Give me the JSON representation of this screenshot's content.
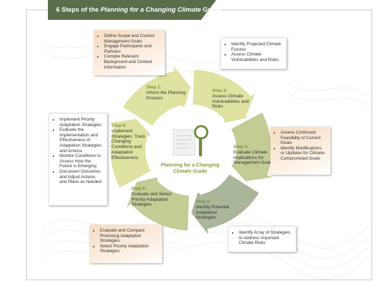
{
  "title": {
    "prefix": "6 Steps of the ",
    "italic": "Planning for a Changing Climate",
    "suffix": " Guide"
  },
  "center": {
    "label": "Planning for a Changing Climate Guide",
    "icon": "document-magnifier-icon"
  },
  "colors": {
    "title_bar": "#5b6d4b",
    "step_label": "#7a8f3a",
    "arrow_light": "#dfe2a0",
    "arrow_mid": "#c3cc95",
    "arrow_dark": "#a9b69a",
    "callout_orange": "#f7dcc0"
  },
  "steps": [
    {
      "num": "Step 1:",
      "label": "Inform the Planning Process"
    },
    {
      "num": "Step 2:",
      "label": "Assess Climate Vulnerabilities and Risks"
    },
    {
      "num": "Step 3:",
      "label": "Evaluate Climate Implications for Management Goals"
    },
    {
      "num": "Step 4:",
      "label": "Identify Potential Adaptation Strategies"
    },
    {
      "num": "Step 5:",
      "label": "Evaluate and Select Priority Adaptation Strategies"
    },
    {
      "num": "Step 6:",
      "label": "Implement Strategies; Track Changing Conditions and Adaptation Effectiveness"
    }
  ],
  "callouts": {
    "step1": [
      "Define Scope and Current Management Goals",
      "Engage Participants and Partners",
      "Compile Relevant Background and Context Information"
    ],
    "step2": [
      "Identify Projected Climate Futures",
      "Assess Climate Vulnerabilities and Risks"
    ],
    "step3": [
      "Assess Continued Feasibility of Current Goals",
      "Identify Modifications or Updates for Climate-Compromised Goals"
    ],
    "step4": [
      "Identify Array of Strategies to Address Important Climate Risks"
    ],
    "step5": [
      "Evaluate and Compare Promising Adaptation Strategies",
      "Select Priority Adaptation Strategies"
    ],
    "step6": [
      "Implement Priority Adaptation Strategies",
      "Evaluate the Implementation and Effectiveness of Adaptation Strategies and Actions",
      "Monitor Conditions to Assess How the Future is Emerging",
      "Document Outcomes and Adjust Actions and Plans as Needed"
    ]
  }
}
